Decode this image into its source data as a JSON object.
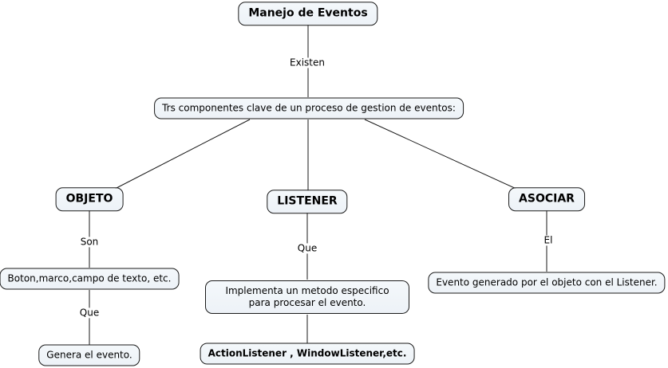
{
  "diagram": {
    "root": {
      "label": "Manejo de Eventos"
    },
    "root_link_label": "Existen",
    "componentes": {
      "label": "Trs componentes clave de un proceso de gestion de eventos:"
    },
    "branches": {
      "objeto": {
        "label": "OBJETO",
        "link1": "Son",
        "detail1": "Boton,marco,campo de texto, etc.",
        "link2": "Que",
        "detail2": "Genera el evento."
      },
      "listener": {
        "label": "LISTENER",
        "link1": "Que",
        "detail1": "Implementa un metodo especifico para procesar el evento.",
        "detail2": "ActionListener , WindowListener,etc."
      },
      "asociar": {
        "label": "ASOCIAR",
        "link1": "El",
        "detail1": "Evento generado por el objeto con el Listener."
      }
    },
    "colors": {
      "node_fill": "#edf2f7",
      "node_border": "#1a1a1a",
      "line": "#1a1a1a",
      "canvas": "#ffffff"
    }
  }
}
